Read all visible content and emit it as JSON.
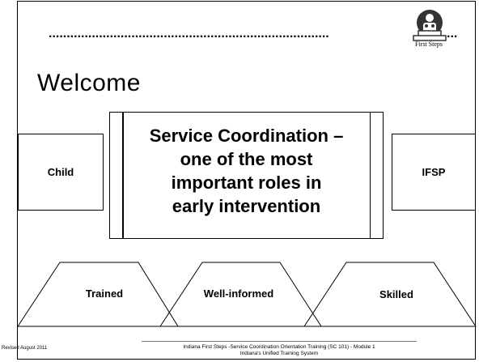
{
  "header": {
    "dots": "..............................................................................",
    "dots_right": "...",
    "logo_caption": "First Steps"
  },
  "title": "Welcome",
  "center_box": {
    "line1": "Service Coordination –",
    "line2": "one of the most",
    "line3": "important roles in",
    "line4": "early intervention"
  },
  "side_boxes": {
    "left": "Child",
    "right": "IFSP"
  },
  "qualities": [
    "Trained",
    "Well-informed",
    "Skilled"
  ],
  "footer": {
    "revised": "Revised August 2011",
    "line1": "Indiana First Steps -Service Coordination Orientation Training  (SC 101)  - Module 1",
    "line2": "Indiana's Unified Training System"
  }
}
